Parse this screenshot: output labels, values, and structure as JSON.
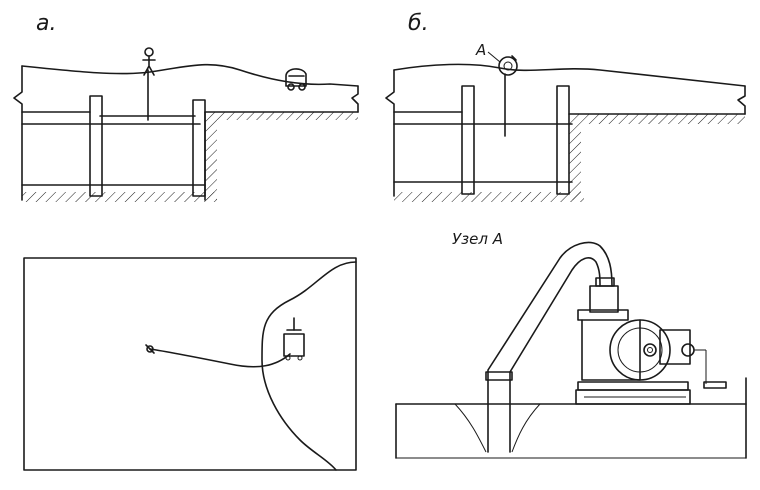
{
  "labels": {
    "panel_a": "а.",
    "panel_b": "б.",
    "node_marker": "А",
    "node_title": "Узел А"
  },
  "colors": {
    "ink": "#1a1a1a",
    "paper": "#ffffff"
  }
}
